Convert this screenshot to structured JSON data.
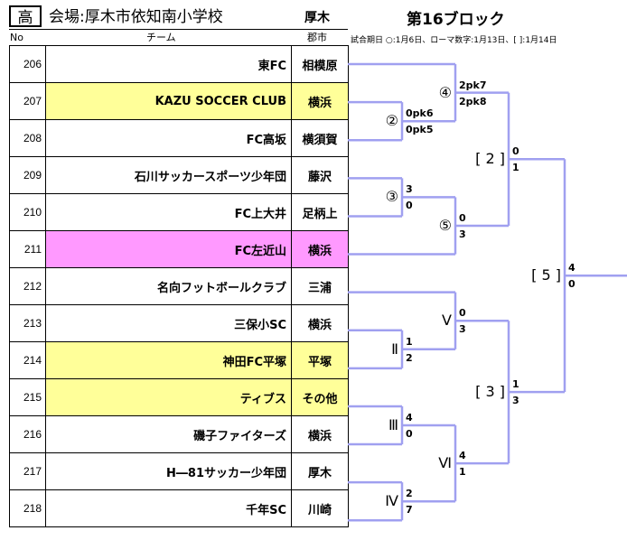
{
  "header": {
    "level": "高",
    "venue": "会場:厚木市依知南小学校",
    "city": "厚木",
    "block_title": "第16ブロック",
    "date_note": "試合期日 ○:1月6日、ローマ数字:1月13日、[ ]:1月14日"
  },
  "columns": {
    "no": "No",
    "team": "チーム",
    "city": "郡市"
  },
  "colors": {
    "bracket_line": "#a0a0f0",
    "highlight_yellow": "#ffff99",
    "highlight_pink": "#ff99ff"
  },
  "teams": [
    {
      "no": "206",
      "name": "東FC",
      "city": "相模原",
      "highlight": ""
    },
    {
      "no": "207",
      "name": "KAZU SOCCER CLUB",
      "city": "横浜",
      "highlight": "yellow"
    },
    {
      "no": "208",
      "name": "FC高坂",
      "city": "横須賀",
      "highlight": ""
    },
    {
      "no": "209",
      "name": "石川サッカースポーツ少年団",
      "city": "藤沢",
      "highlight": ""
    },
    {
      "no": "210",
      "name": "FC上大井",
      "city": "足柄上",
      "highlight": ""
    },
    {
      "no": "211",
      "name": "FC左近山",
      "city": "横浜",
      "highlight": "pink"
    },
    {
      "no": "212",
      "name": "名向フットボールクラブ",
      "city": "三浦",
      "highlight": ""
    },
    {
      "no": "213",
      "name": "三保小SC",
      "city": "横浜",
      "highlight": ""
    },
    {
      "no": "214",
      "name": "神田FC平塚",
      "city": "平塚",
      "highlight": "yellow"
    },
    {
      "no": "215",
      "name": "ティブス",
      "city": "その他",
      "highlight": "yellow"
    },
    {
      "no": "216",
      "name": "磯子ファイターズ",
      "city": "横浜",
      "highlight": ""
    },
    {
      "no": "217",
      "name": "H―81サッカー少年団",
      "city": "厚木",
      "highlight": ""
    },
    {
      "no": "218",
      "name": "千年SC",
      "city": "川崎",
      "highlight": ""
    }
  ],
  "matches": [
    {
      "id": "m2",
      "label": "②",
      "round": 1,
      "top": {
        "team": 1
      },
      "bottom": {
        "team": 2
      },
      "score_top": "0pk6",
      "score_bottom": "0pk5"
    },
    {
      "id": "m3",
      "label": "③",
      "round": 1,
      "top": {
        "team": 3
      },
      "bottom": {
        "team": 4
      },
      "score_top": "3",
      "score_bottom": "0"
    },
    {
      "id": "mII",
      "label": "Ⅱ",
      "round": 1,
      "top": {
        "team": 7
      },
      "bottom": {
        "team": 8
      },
      "score_top": "1",
      "score_bottom": "2"
    },
    {
      "id": "mIII",
      "label": "Ⅲ",
      "round": 1,
      "top": {
        "team": 9
      },
      "bottom": {
        "team": 10
      },
      "score_top": "4",
      "score_bottom": "0"
    },
    {
      "id": "mIV",
      "label": "Ⅳ",
      "round": 1,
      "top": {
        "team": 11
      },
      "bottom": {
        "team": 12
      },
      "score_top": "2",
      "score_bottom": "7"
    },
    {
      "id": "m4",
      "label": "④",
      "round": 2,
      "top": {
        "team": 0
      },
      "bottom": {
        "match": "m2"
      },
      "score_top": "2pk7",
      "score_bottom": "2pk8"
    },
    {
      "id": "m5",
      "label": "⑤",
      "round": 2,
      "top": {
        "match": "m3"
      },
      "bottom": {
        "team": 5
      },
      "score_top": "0",
      "score_bottom": "3"
    },
    {
      "id": "mV",
      "label": "Ⅴ",
      "round": 2,
      "top": {
        "team": 6
      },
      "bottom": {
        "match": "mII"
      },
      "score_top": "0",
      "score_bottom": "3"
    },
    {
      "id": "mVI",
      "label": "Ⅵ",
      "round": 2,
      "top": {
        "match": "mIII"
      },
      "bottom": {
        "match": "mIV"
      },
      "score_top": "4",
      "score_bottom": "1"
    },
    {
      "id": "b2",
      "label": "[ 2 ]",
      "round": 3,
      "top": {
        "match": "m4"
      },
      "bottom": {
        "match": "m5"
      },
      "score_top": "0",
      "score_bottom": "1"
    },
    {
      "id": "b3",
      "label": "[ 3 ]",
      "round": 3,
      "top": {
        "match": "mV"
      },
      "bottom": {
        "match": "mVI"
      },
      "score_top": "1",
      "score_bottom": "3"
    },
    {
      "id": "b5",
      "label": "[ 5 ]",
      "round": 4,
      "top": {
        "match": "b2"
      },
      "bottom": {
        "match": "b3"
      },
      "score_top": "4",
      "score_bottom": "0"
    }
  ]
}
